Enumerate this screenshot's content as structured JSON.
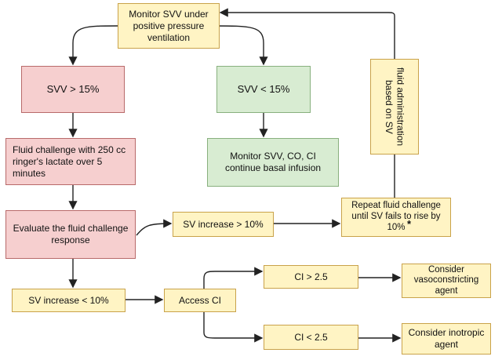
{
  "nodes": {
    "monitor_svv": "Monitor SVV under\npositive pressure\nventilation",
    "svv_gt": "SVV > 15%",
    "svv_lt": "SVV < 15%",
    "fluid_admin": "fluid administration\nbased on SV",
    "fluid_challenge": "Fluid challenge with 250 cc\nringer's lactate over 5\nminutes",
    "monitor_co": "Monitor SVV, CO, CI\ncontinue basal infusion",
    "evaluate": "Evaluate the fluid challenge\nresponse",
    "sv_increase_gt": "SV increase > 10%",
    "repeat": "Repeat fluid challenge\nuntil SV fails to rise by\n10%",
    "repeat_star": "*",
    "sv_increase_lt": "SV increase < 10%",
    "access_ci": "Access CI",
    "ci_gt": "CI > 2.5",
    "ci_lt": "CI < 2.5",
    "vasoconstricting": "Consider\nvasoconstricting\nagent",
    "inotropic": "Consider inotropic\nagent"
  },
  "colors": {
    "yellow": "#fff4c4",
    "red": "#f6cfcf",
    "green": "#d8ecd2",
    "arrow": "#222222"
  }
}
